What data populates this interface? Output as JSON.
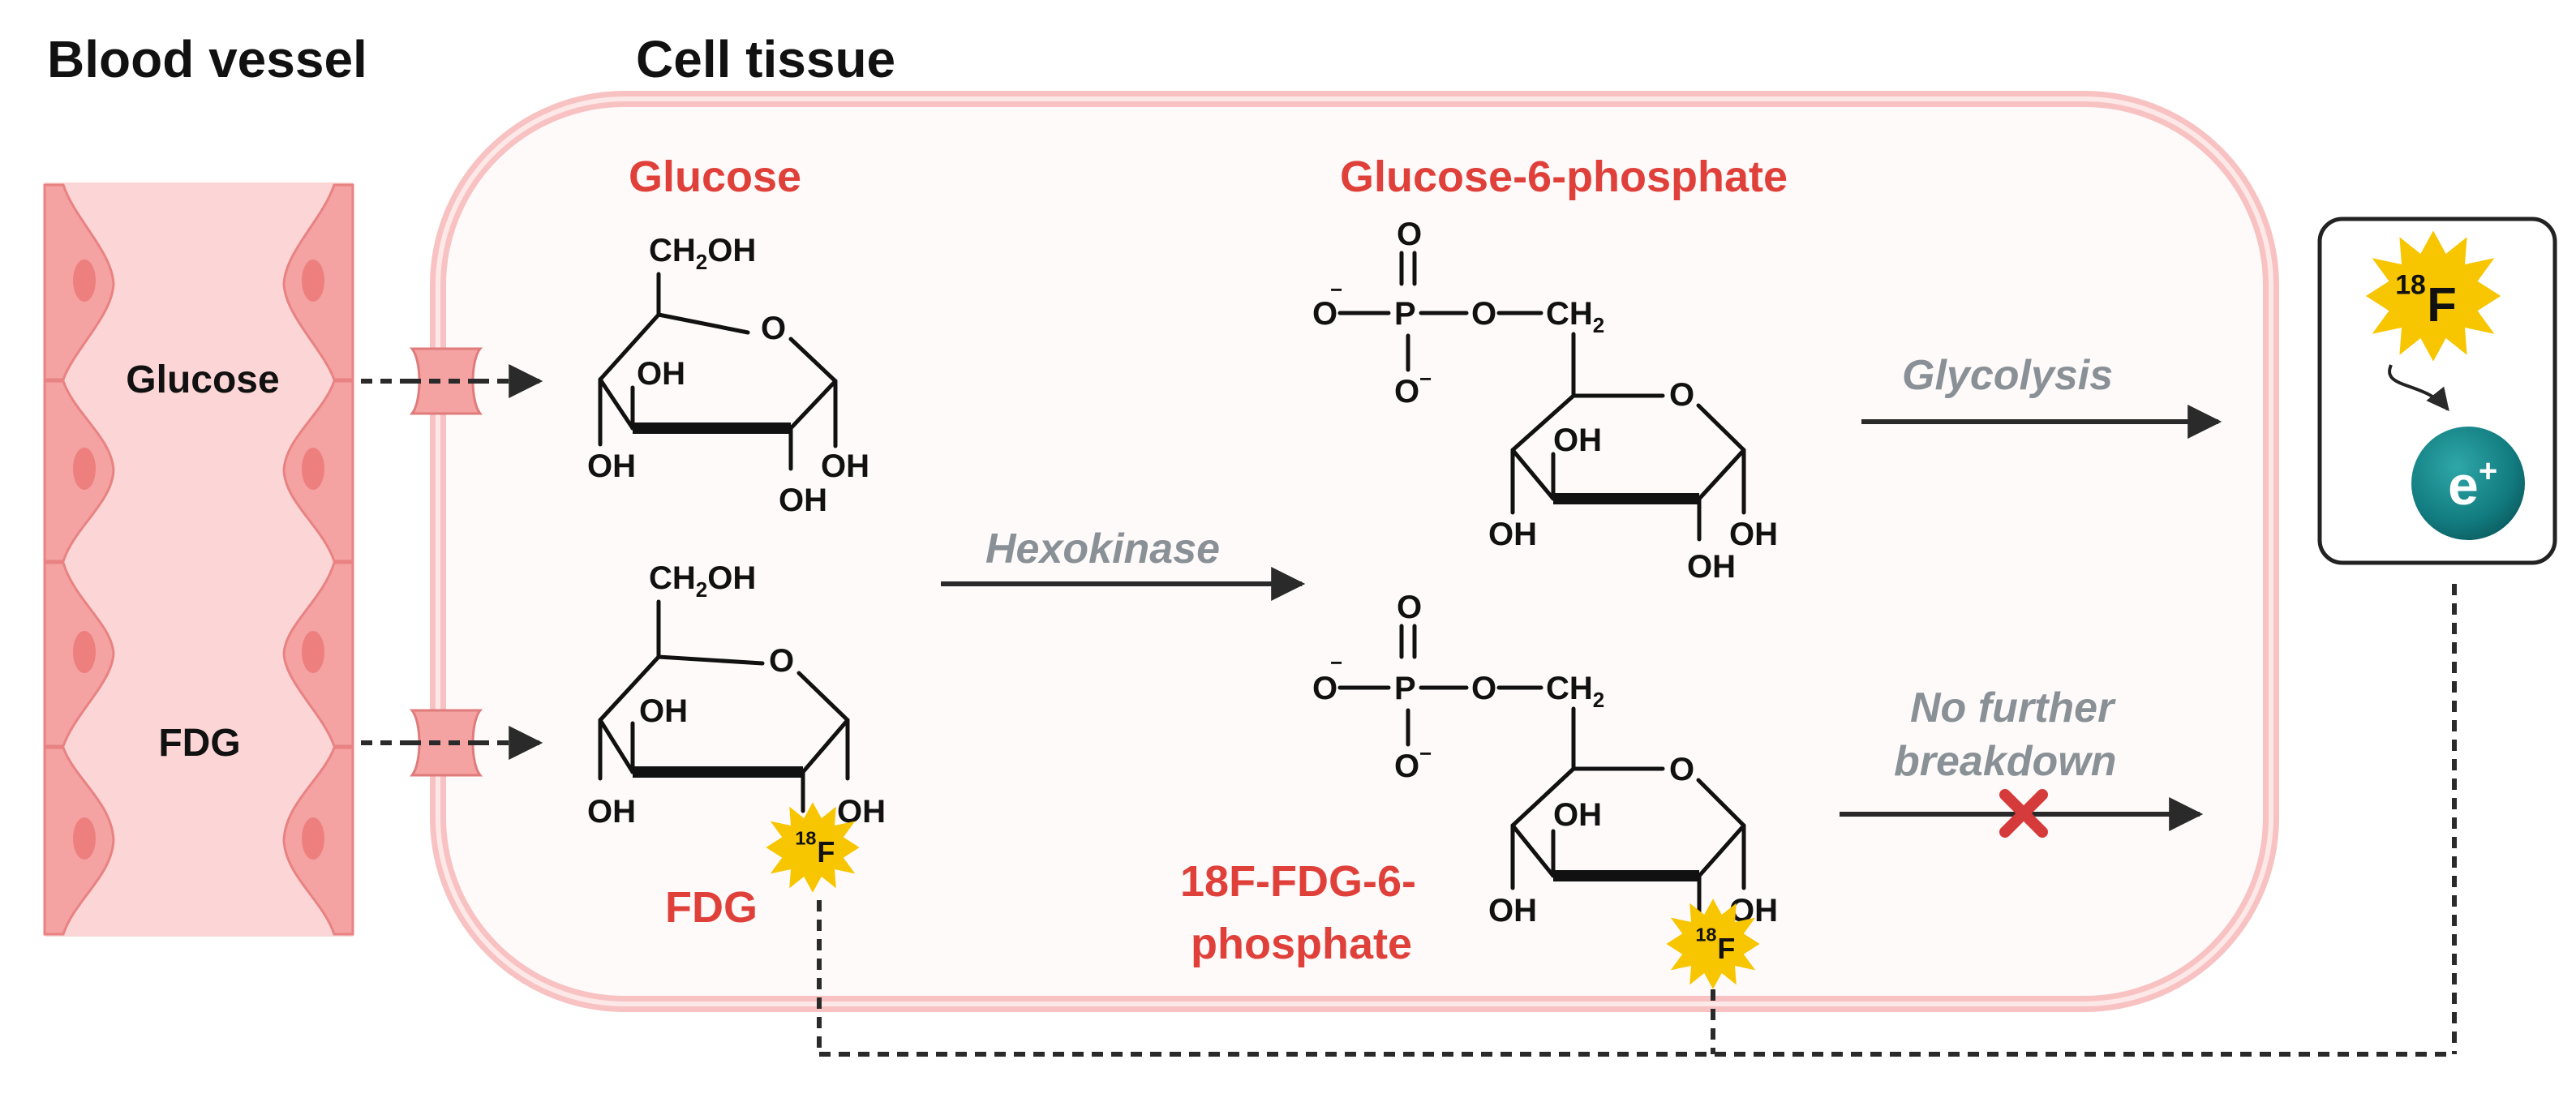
{
  "headings": {
    "blood_vessel": "Blood vessel",
    "cell_tissue": "Cell tissue"
  },
  "vessel": {
    "glucose_label": "Glucose",
    "fdg_label": "FDG"
  },
  "molecules": {
    "glucose": {
      "name": "Glucose",
      "ch2oh": "CH",
      "ch2oh_sub": "2",
      "ch2oh_tail": "OH",
      "ring_o": "O",
      "oh_inner": "OH",
      "oh_left": "OH",
      "oh_bottom": "OH",
      "oh_right": "OH"
    },
    "fdg": {
      "name": "FDG",
      "ch2oh": "CH",
      "ch2oh_sub": "2",
      "ch2oh_tail": "OH",
      "ring_o": "O",
      "oh_inner": "OH",
      "oh_left": "OH",
      "oh_right": "OH"
    },
    "g6p": {
      "name": "Glucose-6-phosphate",
      "o_top": "O",
      "o_left": "O",
      "o_minus": "−",
      "p": "P",
      "o_link": "O",
      "ch2": "CH",
      "ch2_sub": "2",
      "o_bottom": "O",
      "ring_o": "O",
      "oh_inner": "OH",
      "oh_left": "OH",
      "oh_bottom": "OH",
      "oh_right": "OH"
    },
    "fdg6p": {
      "name_line1": "18F-FDG-6-",
      "name_line2": "phosphate",
      "o_top": "O",
      "o_left": "O",
      "o_minus": "−",
      "p": "P",
      "o_link": "O",
      "ch2": "CH",
      "ch2_sub": "2",
      "o_bottom": "O",
      "ring_o": "O",
      "oh_inner": "OH",
      "oh_left": "OH",
      "oh_right": "OH"
    }
  },
  "isotope": {
    "mass": "18",
    "symbol": "F"
  },
  "positron": {
    "symbol": "e",
    "charge": "+"
  },
  "arrows": {
    "hexokinase": "Hexokinase",
    "glycolysis": "Glycolysis",
    "blocked_line1": "No further",
    "blocked_line2": "breakdown"
  },
  "colors": {
    "accent_red": "#e0403a",
    "vessel_pink": "#fcd6d6",
    "cell_pink": "#f7a9a9",
    "enzyme_gray": "#8a9196",
    "star_yellow": "#f7c600",
    "positron_teal": "#127c80",
    "block_red": "#d63b3b"
  },
  "icons": [
    "blood-vessel-wall",
    "membrane-channel",
    "fluorine-18-star",
    "positron-sphere",
    "blocked-cross"
  ]
}
